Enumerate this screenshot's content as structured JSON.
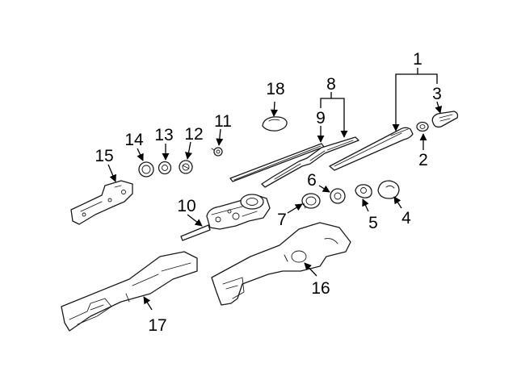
{
  "colors": {
    "background": "#ffffff",
    "line": "#1a1a1a",
    "text": "#000000"
  },
  "callouts": [
    "1",
    "2",
    "3",
    "4",
    "5",
    "6",
    "7",
    "8",
    "9",
    "10",
    "11",
    "12",
    "13",
    "14",
    "15",
    "16",
    "17",
    "18"
  ]
}
